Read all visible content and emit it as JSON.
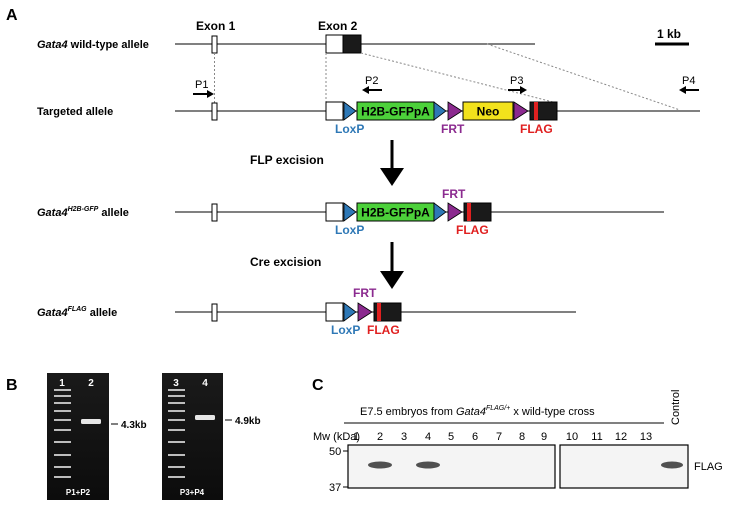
{
  "panel_a": {
    "label": "A",
    "exon1": "Exon 1",
    "exon2": "Exon 2",
    "scale": "1 kb",
    "rows": {
      "wildtype": {
        "gene": "Gata4",
        "rest": " wild-type allele"
      },
      "targeted": {
        "label": "Targeted allele"
      },
      "h2b": {
        "gene": "Gata4",
        "sup": "H2B-GFP",
        "rest": " allele"
      },
      "flag": {
        "gene": "Gata4",
        "sup": "FLAG",
        "rest": " allele"
      }
    },
    "primers": {
      "p1": "P1",
      "p2": "P2",
      "p3": "P3",
      "p4": "P4"
    },
    "elements": {
      "h2b_gfppa": "H2B-GFPpA",
      "neo": "Neo",
      "loxp": "LoxP",
      "frt": "FRT",
      "flag": "FLAG"
    },
    "steps": {
      "flp": "FLP excision",
      "cre": "Cre excision"
    },
    "colors": {
      "loxp": "#2e78b6",
      "frt": "#8b2a8f",
      "flag": "#e02020",
      "gfp": "#4cd13a",
      "neo": "#f2e21c"
    }
  },
  "panel_b": {
    "label": "B",
    "gel1": {
      "lanes": [
        "1",
        "2"
      ],
      "band": "4.3kb",
      "primers": "P1+P2"
    },
    "gel2": {
      "lanes": [
        "3",
        "4"
      ],
      "band": "4.9kb",
      "primers": "P3+P4"
    }
  },
  "panel_c": {
    "label": "C",
    "title_prefix": "E7.5 embryos from ",
    "title_gene": "Gata4",
    "title_sup": "FLAG/+",
    "title_suffix": " x wild-type cross",
    "control": "Control",
    "mw_label": "Mw (kDa)",
    "lanes": [
      "1",
      "2",
      "3",
      "4",
      "5",
      "6",
      "7",
      "8",
      "9",
      "10",
      "11",
      "12",
      "13"
    ],
    "mw_50": "50",
    "mw_37": "37",
    "band_label": "FLAG"
  }
}
